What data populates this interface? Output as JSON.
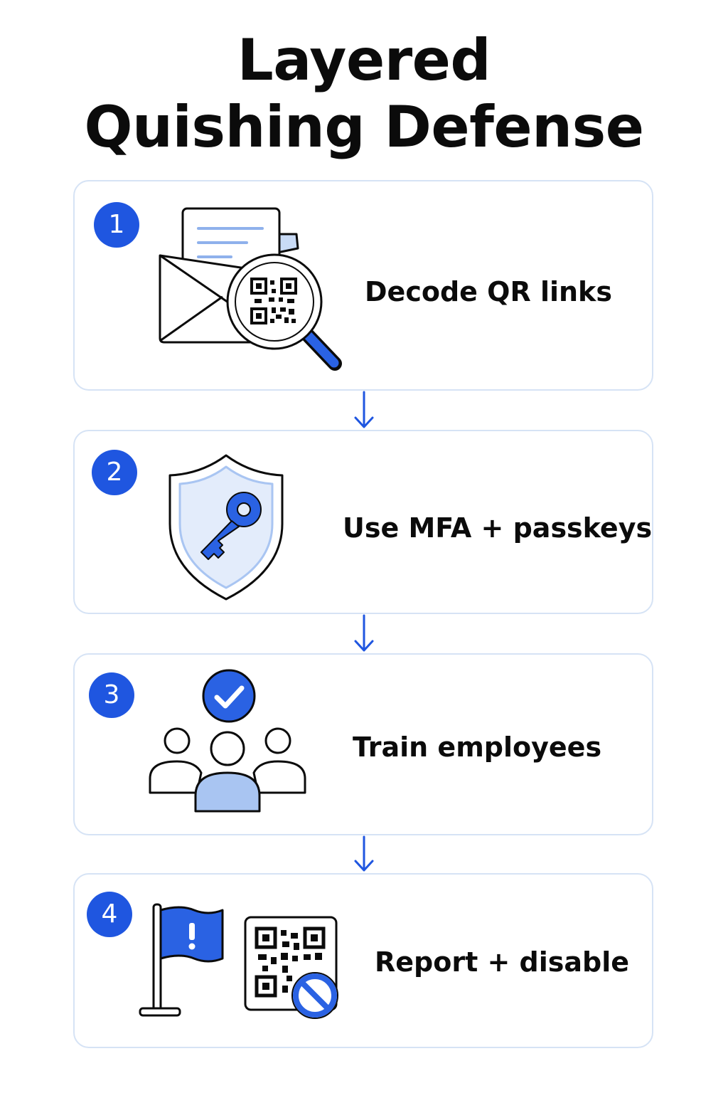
{
  "title": {
    "line1": "Layered",
    "line2": "Quishing Defense"
  },
  "steps": [
    {
      "number": "1",
      "label": "Decode QR links",
      "icon": "envelope-qr-magnifier-icon"
    },
    {
      "number": "2",
      "label": "Use MFA + passkeys",
      "icon": "shield-key-icon"
    },
    {
      "number": "3",
      "label": "Train employees",
      "icon": "people-check-icon"
    },
    {
      "number": "4",
      "label": "Report + disable",
      "icon": "flag-blocked-qr-icon"
    }
  ],
  "colors": {
    "accent": "#1f56e0",
    "accent_light": "#a9c5f2",
    "card_border": "#d6e3f5",
    "ink": "#0b0b0b"
  }
}
